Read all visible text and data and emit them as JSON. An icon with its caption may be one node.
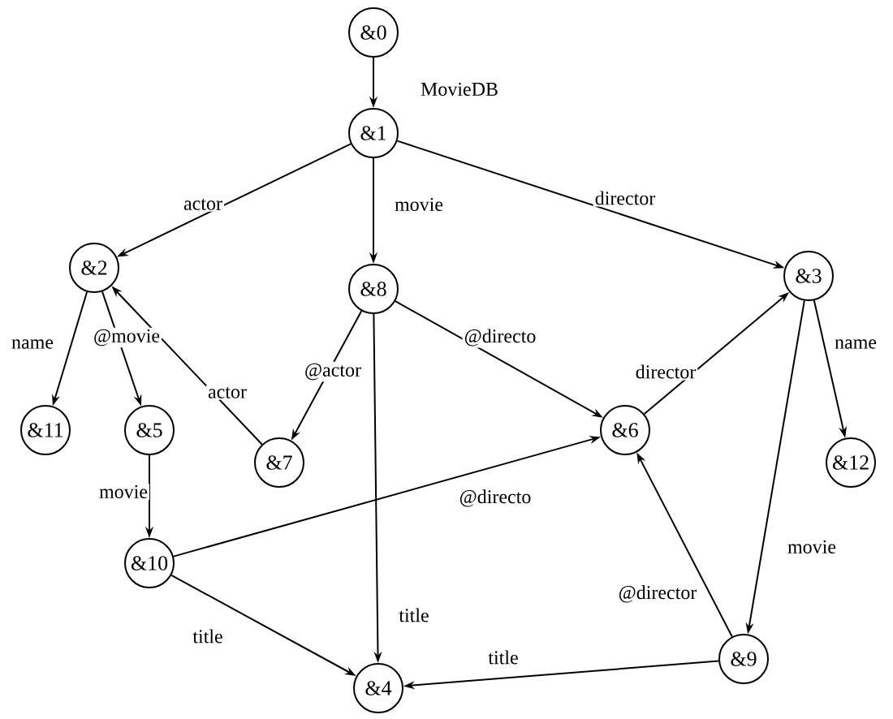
{
  "diagram": {
    "nodes": [
      {
        "text": [
          "&0"
        ]
      },
      {
        "text": [
          "&1"
        ]
      },
      {
        "text": [
          "&2"
        ]
      },
      {
        "text": [
          "&3"
        ]
      },
      {
        "text": [
          "&4"
        ]
      },
      {
        "text": [
          "&5"
        ]
      },
      {
        "text": [
          "&6"
        ]
      },
      {
        "text": [
          "&7"
        ]
      },
      {
        "text": [
          "&8"
        ]
      },
      {
        "text": [
          "&9"
        ]
      },
      {
        "text": [
          "&10"
        ]
      },
      {
        "text": [
          "&11"
        ]
      },
      {
        "text": [
          "&12"
        ]
      }
    ],
    "edges": [
      {
        "from": 0,
        "to": 1,
        "arrow": "to",
        "label": "MovieDB"
      },
      {
        "from": 1,
        "to": 2,
        "arrow": "to",
        "label": "actor"
      },
      {
        "from": 1,
        "to": 8,
        "arrow": "to",
        "label": "movie"
      },
      {
        "from": 1,
        "to": 3,
        "arrow": "to",
        "label": "director"
      },
      {
        "from": 2,
        "to": 11,
        "arrow": "to",
        "label": "name"
      },
      {
        "from": 2,
        "to": 5,
        "arrow": "to",
        "label": "@movie"
      },
      {
        "from": 7,
        "to": 2,
        "arrow": "to",
        "label": "actor"
      },
      {
        "from": 8,
        "to": 7,
        "arrow": "to",
        "label": "@actor"
      },
      {
        "from": 8,
        "to": 6,
        "arrow": "to",
        "label": "@directo"
      },
      {
        "from": 8,
        "to": 4,
        "arrow": "to",
        "label": "title"
      },
      {
        "from": 6,
        "to": 3,
        "arrow": "to",
        "label": "director"
      },
      {
        "from": 3,
        "to": 12,
        "arrow": "to",
        "label": "name"
      },
      {
        "from": 3,
        "to": 9,
        "arrow": "to",
        "label": "movie"
      },
      {
        "from": 5,
        "to": 10,
        "arrow": "to",
        "label": "movie"
      },
      {
        "from": 10,
        "to": 6,
        "arrow": "to",
        "label": "@directo"
      },
      {
        "from": 10,
        "to": 4,
        "arrow": "to",
        "label": "title"
      },
      {
        "from": 9,
        "to": 6,
        "arrow": "to",
        "label": "@director"
      },
      {
        "from": 9,
        "to": 4,
        "arrow": "to",
        "label": "title"
      }
    ]
  }
}
